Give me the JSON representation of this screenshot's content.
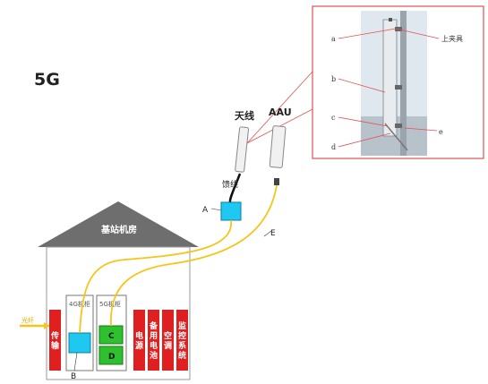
{
  "title": "5G",
  "antenna_label": "天线",
  "aau_label": "AAU",
  "feeder_label": "馈线",
  "room_label": "基站机房",
  "cabinet_4g_label": "4G机柜",
  "cabinet_5g_label": "5G机柜",
  "fiber_in_label": "光纤",
  "transmission_label": "传输",
  "power_label": "电源",
  "backup_battery_label": "备用电池",
  "ac_label": "空调",
  "monitor_label": "监控系统",
  "box_c": "C",
  "box_d": "D",
  "letter_a": "A",
  "letter_b": "B",
  "letter_e": "E",
  "inset": {
    "a": "a",
    "b": "b",
    "c": "c",
    "d": "d",
    "e": "e",
    "upper_clamp": "上夹具"
  },
  "colors": {
    "fiber": "#f5c518",
    "red_cabinet": "#e02020",
    "rru_blue": "#1ec8f0",
    "bbu_green": "#2ec02e",
    "roof": "#6e6e6e",
    "inset_border": "#e05050",
    "callout": "#e05050"
  }
}
